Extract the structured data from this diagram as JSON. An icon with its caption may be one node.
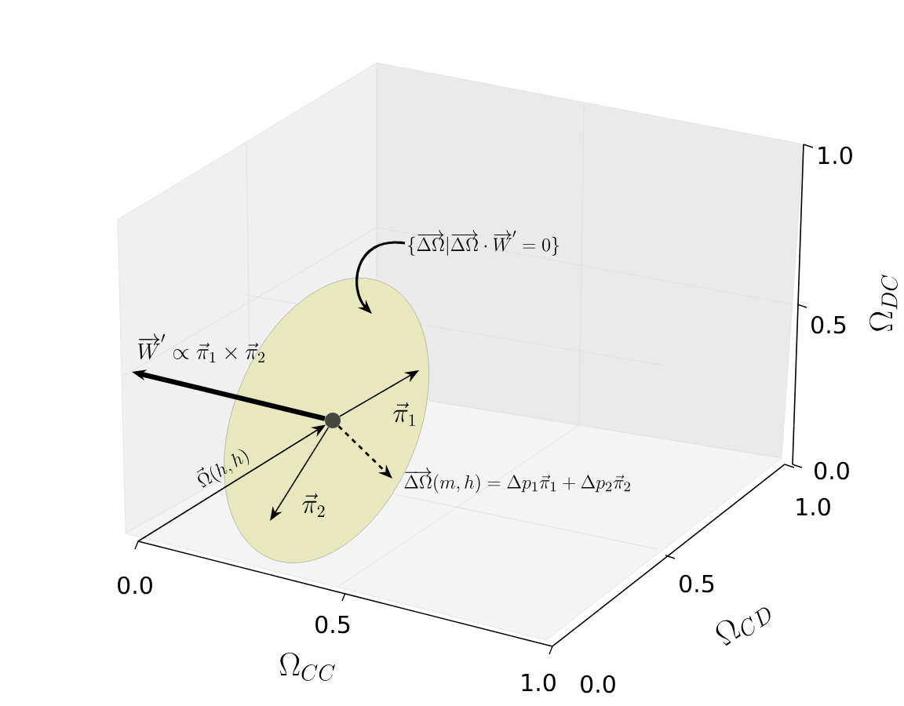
{
  "diagram": {
    "nodes": [
      {
        "text": [],
        "shape": "ellipse"
      },
      {
        "text": [
          "\\{\\overrightarrow{\\Delta\\Omega}|\\overrightarrow{\\Delta\\Omega}\\cdot\\overrightarrow{W}'=0\\}"
        ]
      },
      {
        "text": [],
        "shape": "circle",
        "in": 0
      }
    ],
    "edges": [
      {
        "from": 1,
        "to": 0,
        "arrow": "to"
      },
      {
        "from": null,
        "to": 2,
        "arrow": "to",
        "label": "\\vec{\\Omega}(h,h)"
      },
      {
        "from": 2,
        "to": null,
        "arrow": "to",
        "label": "\\vec{\\pi}_1"
      },
      {
        "from": 2,
        "to": null,
        "arrow": "to",
        "label": "\\vec{\\pi}_2"
      },
      {
        "from": 2,
        "to": null,
        "arrow": "to",
        "label": "\\overrightarrow{W}'\\propto\\vec{\\pi}_1\\times\\vec{\\pi}_2",
        "style": "thick"
      },
      {
        "from": 2,
        "to": null,
        "arrow": "to",
        "label": "\\overrightarrow{\\Delta\\Omega}(m,h)=\\Delta p_1\\vec{\\pi}_1+\\Delta p_2\\vec{\\pi}_2",
        "style": "dashed"
      }
    ],
    "labels": [
      "0.0",
      "0.5",
      "1.0",
      "\\Omega_{CC}",
      "0.0",
      "0.5",
      "1.0",
      "\\Omega_{CD}",
      "0.0",
      "0.5",
      "1.0",
      "\\Omega_{DC}"
    ]
  }
}
